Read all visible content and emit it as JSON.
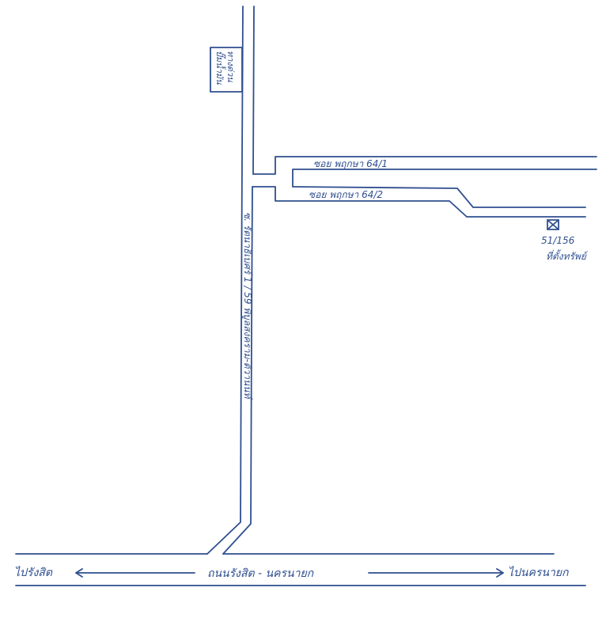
{
  "map": {
    "ink_color": "#2f4f8f",
    "landmark": {
      "label_line1": "ปั๊มน้ำมัน",
      "label_line2": "ทางด่วน"
    },
    "main_soi": {
      "label": "ซ. รัตนาธิเบศร์ 1 / 59 พิบูลสงคราม-ติวานนท์"
    },
    "soi_1": {
      "label": "ซอย พฤกษา 64/1"
    },
    "soi_2": {
      "label": "ซอย พฤกษา 64/2"
    },
    "property": {
      "icon": "house-marker-icon",
      "number": "51/156",
      "label": "ที่ตั้งทรัพย์"
    },
    "main_road": {
      "name": "ถนนรังสิต - นครนายก",
      "left_direction": "ไปรังสิต",
      "right_direction": "ไปนครนายก"
    }
  }
}
